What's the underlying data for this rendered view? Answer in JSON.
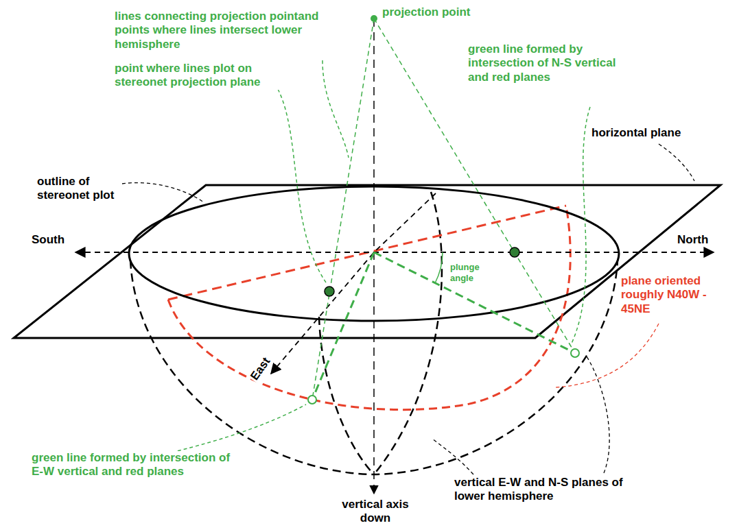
{
  "diagram": {
    "labels": [
      "projection point",
      "lines connecting projection pointand points where lines intersect lower hemisphere",
      "point where lines plot on stereonet projection plane",
      "green line formed by intersection of N-S vertical and red planes",
      "horizontal plane",
      "outline of stereonet plot",
      "South",
      "North",
      "East",
      "plunge angle",
      "plane oriented roughly N40W - 45NE",
      "green line formed by intersection of E-W vertical and red planes",
      "vertical E-W and N-S planes of lower hemisphere",
      "vertical axis down"
    ]
  }
}
